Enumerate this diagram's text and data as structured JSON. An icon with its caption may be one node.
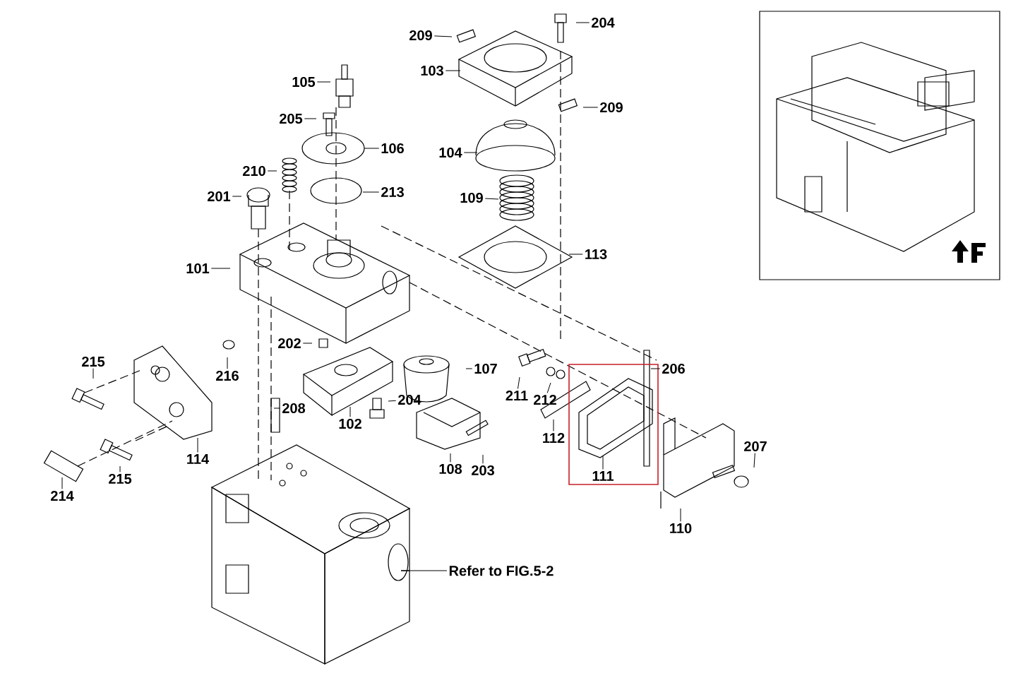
{
  "diagram": {
    "nodes": [
      {
        "text": [
          "209"
        ]
      },
      {
        "text": [
          "204"
        ]
      },
      {
        "text": [
          "103"
        ]
      },
      {
        "text": [
          "105"
        ]
      },
      {
        "text": [
          "205"
        ]
      },
      {
        "text": [
          "209"
        ]
      },
      {
        "text": [
          "106"
        ]
      },
      {
        "text": [
          "104"
        ]
      },
      {
        "text": [
          "210"
        ]
      },
      {
        "text": [
          "213"
        ]
      },
      {
        "text": [
          "201"
        ]
      },
      {
        "text": [
          "109"
        ]
      },
      {
        "text": [
          "113"
        ]
      },
      {
        "text": [
          "101"
        ]
      },
      {
        "text": [
          "202"
        ]
      },
      {
        "text": [
          "215"
        ]
      },
      {
        "text": [
          "216"
        ]
      },
      {
        "text": [
          "107"
        ]
      },
      {
        "text": [
          "206"
        ]
      },
      {
        "text": [
          "211"
        ]
      },
      {
        "text": [
          "212"
        ]
      },
      {
        "text": [
          "208"
        ]
      },
      {
        "text": [
          "204"
        ]
      },
      {
        "text": [
          "102"
        ]
      },
      {
        "text": [
          "112"
        ]
      },
      {
        "text": [
          "114"
        ]
      },
      {
        "text": [
          "207"
        ]
      },
      {
        "text": [
          "108"
        ]
      },
      {
        "text": [
          "203"
        ]
      },
      {
        "text": [
          "111"
        ]
      },
      {
        "text": [
          "215"
        ]
      },
      {
        "text": [
          "214"
        ]
      },
      {
        "text": [
          "110"
        ]
      },
      {
        "text": [
          "Refer to FIG.5-2"
        ]
      }
    ],
    "edges": [
      {
        "from": 0,
        "to": null,
        "arrow": "none"
      },
      {
        "from": 1,
        "to": null,
        "arrow": "none"
      },
      {
        "from": 2,
        "to": null,
        "arrow": "none"
      },
      {
        "from": 3,
        "to": null,
        "arrow": "none"
      },
      {
        "from": 4,
        "to": null,
        "arrow": "none"
      },
      {
        "from": 5,
        "to": null,
        "arrow": "none"
      },
      {
        "from": 6,
        "to": null,
        "arrow": "none"
      },
      {
        "from": 7,
        "to": null,
        "arrow": "none"
      },
      {
        "from": 8,
        "to": null,
        "arrow": "none"
      },
      {
        "from": 9,
        "to": null,
        "arrow": "none"
      },
      {
        "from": 10,
        "to": null,
        "arrow": "none"
      },
      {
        "from": 11,
        "to": null,
        "arrow": "none"
      },
      {
        "from": 12,
        "to": null,
        "arrow": "none"
      },
      {
        "from": 13,
        "to": null,
        "arrow": "none"
      },
      {
        "from": 14,
        "to": null,
        "arrow": "none"
      },
      {
        "from": 15,
        "to": null,
        "arrow": "none"
      },
      {
        "from": 16,
        "to": null,
        "arrow": "none"
      },
      {
        "from": 17,
        "to": null,
        "arrow": "none"
      },
      {
        "from": 18,
        "to": null,
        "arrow": "none"
      },
      {
        "from": 19,
        "to": null,
        "arrow": "none"
      },
      {
        "from": 20,
        "to": null,
        "arrow": "none"
      },
      {
        "from": 21,
        "to": null,
        "arrow": "none"
      },
      {
        "from": 22,
        "to": null,
        "arrow": "none"
      },
      {
        "from": 23,
        "to": null,
        "arrow": "none"
      },
      {
        "from": 24,
        "to": null,
        "arrow": "none"
      },
      {
        "from": 25,
        "to": null,
        "arrow": "none"
      },
      {
        "from": 26,
        "to": null,
        "arrow": "none"
      },
      {
        "from": 27,
        "to": null,
        "arrow": "none"
      },
      {
        "from": 28,
        "to": null,
        "arrow": "none"
      },
      {
        "from": 29,
        "to": null,
        "arrow": "none"
      },
      {
        "from": 30,
        "to": null,
        "arrow": "none"
      },
      {
        "from": 31,
        "to": null,
        "arrow": "none"
      },
      {
        "from": 32,
        "to": null,
        "arrow": "none"
      },
      {
        "from": 33,
        "to": null,
        "arrow": "none"
      }
    ]
  }
}
